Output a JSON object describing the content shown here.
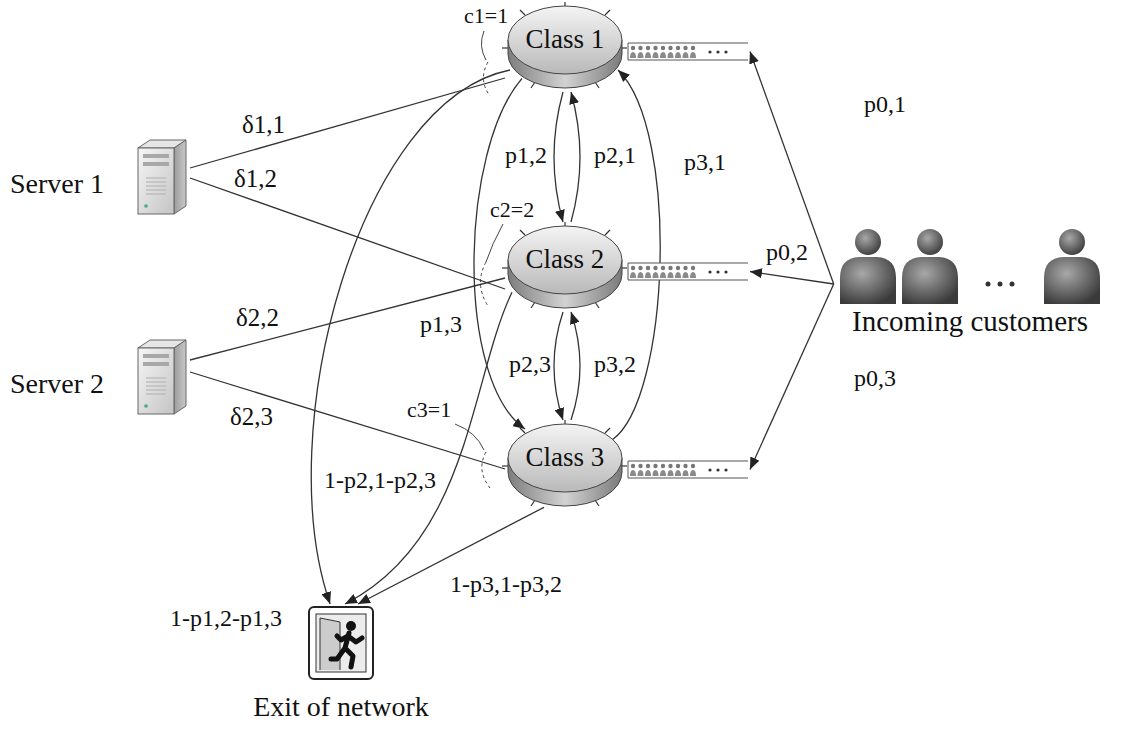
{
  "diagram": {
    "nodes": [
      {
        "text": [
          "Server 1"
        ]
      },
      {
        "text": [
          "Server 2"
        ]
      },
      {
        "text": [
          "Class 1"
        ]
      },
      {
        "text": [
          "Class 2"
        ]
      },
      {
        "text": [
          "Class 3"
        ]
      },
      {
        "text": [
          "Incoming customers"
        ]
      },
      {
        "text": [
          "Exit of network"
        ]
      }
    ],
    "edges": [
      {
        "from": 0,
        "to": 2,
        "arrow": "none",
        "label": "δ1,1"
      },
      {
        "from": 0,
        "to": 3,
        "arrow": "none",
        "label": "δ1,2"
      },
      {
        "from": 1,
        "to": 3,
        "arrow": "none",
        "label": "δ2,2"
      },
      {
        "from": 1,
        "to": 4,
        "arrow": "none",
        "label": "δ2,3"
      },
      {
        "from": 2,
        "to": 3,
        "arrow": "to",
        "label": "p1,2"
      },
      {
        "from": 3,
        "to": 2,
        "arrow": "to",
        "label": "p2,1"
      },
      {
        "from": 3,
        "to": 4,
        "arrow": "to",
        "label": "p2,3"
      },
      {
        "from": 4,
        "to": 3,
        "arrow": "to",
        "label": "p3,2"
      },
      {
        "from": 2,
        "to": 4,
        "arrow": "to",
        "label": "p1,3"
      },
      {
        "from": 4,
        "to": 2,
        "arrow": "to",
        "label": "p3,1"
      },
      {
        "from": 2,
        "to": 6,
        "arrow": "to",
        "label": "1-p1,2-p1,3"
      },
      {
        "from": 3,
        "to": 6,
        "arrow": "to",
        "label": "1-p2,1-p2,3"
      },
      {
        "from": 4,
        "to": 6,
        "arrow": "to",
        "label": "1-p3,1-p3,2"
      },
      {
        "from": 5,
        "to": 2,
        "arrow": "to",
        "label": "p0,1"
      },
      {
        "from": 5,
        "to": 3,
        "arrow": "to",
        "label": "p0,2"
      },
      {
        "from": 5,
        "to": 4,
        "arrow": "to",
        "label": "p0,3"
      }
    ],
    "labels": [
      "c1=1",
      "c2=2",
      "c3=1"
    ]
  }
}
